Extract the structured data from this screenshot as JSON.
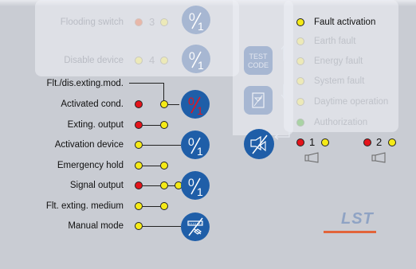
{
  "colors": {
    "panel_bg": "#c9ccd3",
    "button_blue": "#1f5ea8",
    "button_faded": "#a7b7d2",
    "led_yellow": "#f5ea17",
    "led_red": "#e4141b",
    "logo_accent": "#e2643a"
  },
  "left_panel": {
    "rows": [
      {
        "label": "Flooding switch",
        "number": "3",
        "leds": [
          "red",
          "yellow"
        ],
        "faded": true
      },
      {
        "label": "Disable device",
        "number": "4",
        "leds": [
          "yellow"
        ],
        "faded": true
      },
      {
        "label": "Flt./dis.exting.mod.",
        "leds": [],
        "faded": false
      },
      {
        "label": "Activated cond.",
        "leds": [
          "red",
          "yellow"
        ],
        "faded": false
      },
      {
        "label": "Exting. output",
        "leds": [
          "red",
          "yellow"
        ],
        "faded": false
      },
      {
        "label": "Activation device",
        "leds": [
          "yellow"
        ],
        "faded": false
      },
      {
        "label": "Emergency hold",
        "leds": [
          "yellow",
          "yellow"
        ],
        "faded": false
      },
      {
        "label": "Signal output",
        "leds": [
          "red",
          "yellow",
          "yellow"
        ],
        "faded": false
      },
      {
        "label": "Flt. exting. medium",
        "leds": [
          "yellow",
          "yellow"
        ],
        "faded": false
      },
      {
        "label": "Manual mode",
        "leds": [
          "yellow"
        ],
        "faded": false
      }
    ]
  },
  "buttons": {
    "toggle_symbol_zero": "0",
    "toggle_symbol_one": "1",
    "test_code_line1": "TEST",
    "test_code_line2": "CODE"
  },
  "right_panel": {
    "items": [
      {
        "label": "Fault activation",
        "led": "yellow",
        "faded": false
      },
      {
        "label": "Earth fault",
        "led": "yellow",
        "faded": true
      },
      {
        "label": "Energy fault",
        "led": "yellow",
        "faded": true
      },
      {
        "label": "System fault",
        "led": "yellow",
        "faded": true
      },
      {
        "label": "Daytime operation",
        "led": "yellow",
        "faded": true
      },
      {
        "label": "Authorization",
        "led": "green",
        "faded": true
      }
    ],
    "horns": [
      {
        "number": "1"
      },
      {
        "number": "2"
      }
    ]
  },
  "logo": {
    "text": "LST"
  }
}
